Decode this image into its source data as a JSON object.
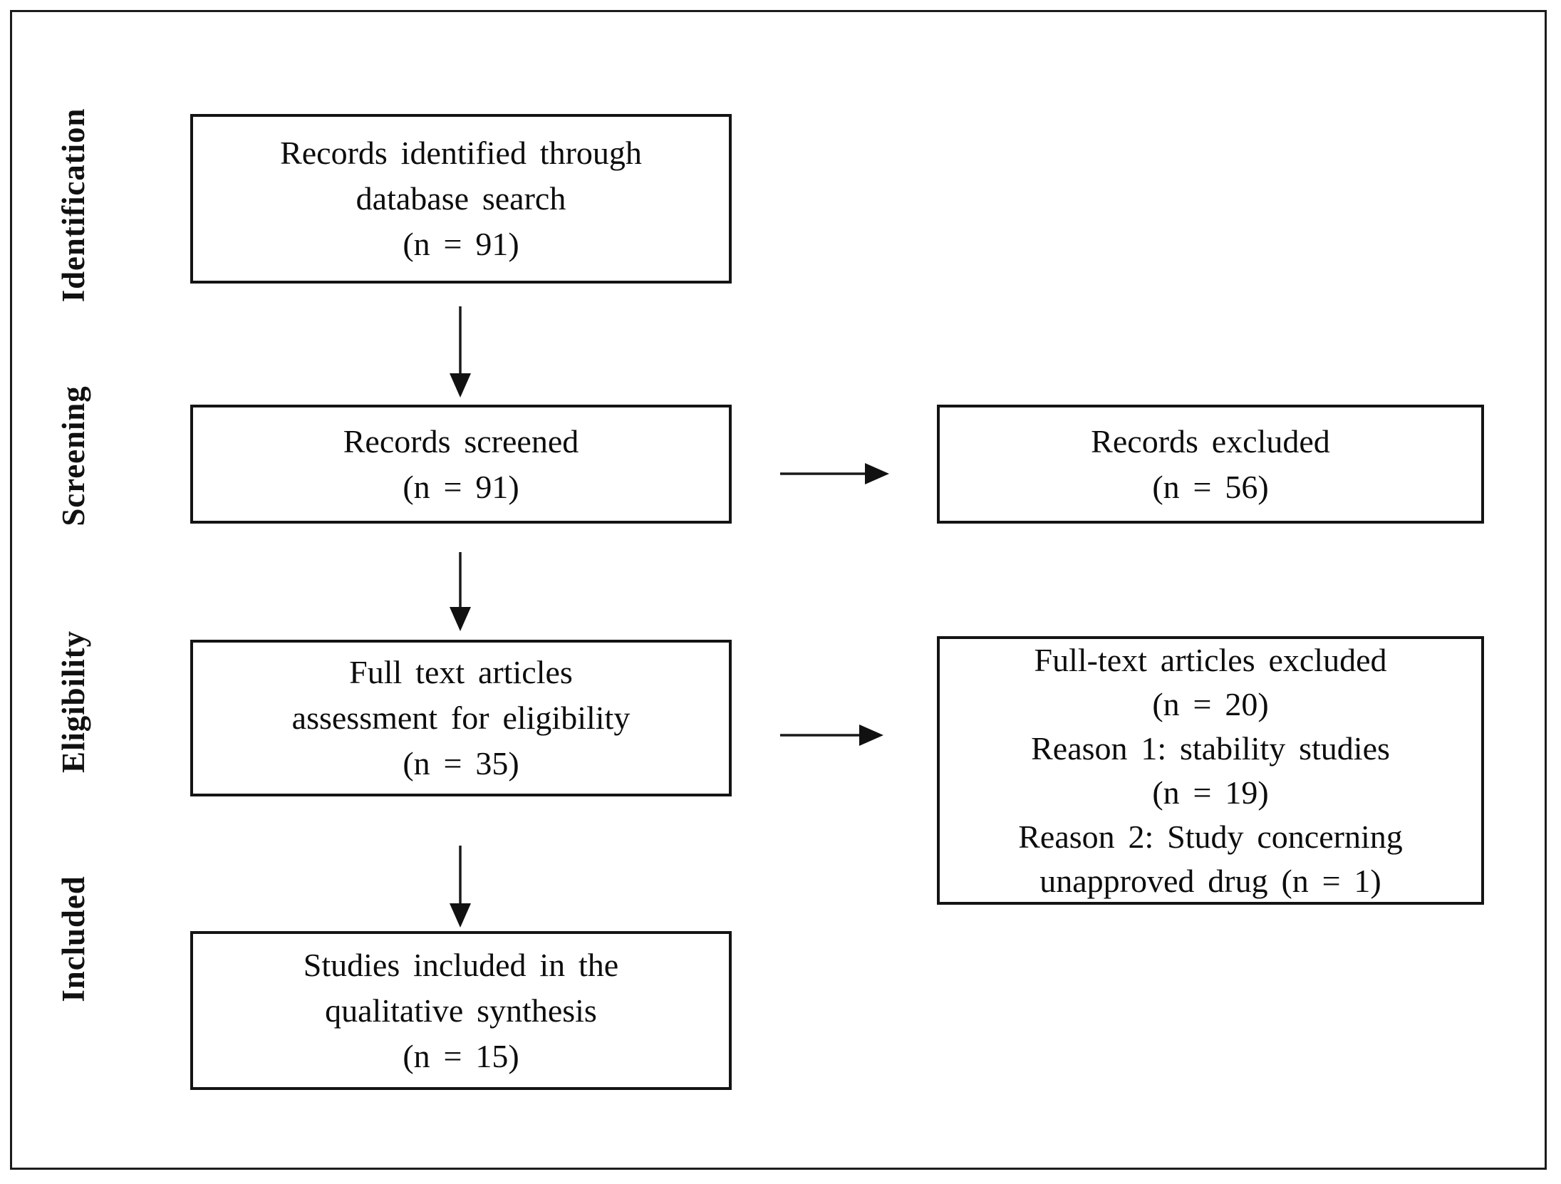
{
  "figure": {
    "kind": "prisma-flowchart",
    "ink_color": "#111111",
    "background_color": "#ffffff"
  },
  "side_labels": [
    {
      "id": "identification",
      "label": "Identification"
    },
    {
      "id": "screening",
      "label": "Screening"
    },
    {
      "id": "eligibility",
      "label": "Eligibility"
    },
    {
      "id": "included",
      "label": "Included"
    }
  ],
  "nodes": {
    "identified": {
      "n": 91,
      "lines": [
        "Records identified through",
        "database search",
        "(n = 91)"
      ]
    },
    "screened": {
      "n": 91,
      "lines": [
        "Records screened",
        "(n = 91)"
      ]
    },
    "records_excluded": {
      "n": 56,
      "lines": [
        "Records excluded",
        "(n = 56)"
      ]
    },
    "full_text_assessed": {
      "n": 35,
      "lines": [
        "Full text articles",
        "assessment for eligibility",
        "(n = 35)"
      ]
    },
    "full_text_excluded": {
      "n": 20,
      "lines": [
        "Full-text articles excluded",
        "(n = 20)",
        "Reason 1: stability studies",
        "(n = 19)",
        "Reason 2: Study concerning",
        "unapproved drug (n = 1)"
      ],
      "reasons": [
        {
          "label": "stability studies",
          "n": 19
        },
        {
          "label": "Study concerning unapproved drug",
          "n": 1
        }
      ]
    },
    "included_studies": {
      "n": 15,
      "lines": [
        "Studies included in the",
        "qualitative synthesis",
        "(n = 15)"
      ]
    }
  },
  "edges": [
    {
      "from": "identified",
      "to": "screened"
    },
    {
      "from": "screened",
      "to": "records_excluded"
    },
    {
      "from": "screened",
      "to": "full_text_assessed"
    },
    {
      "from": "full_text_assessed",
      "to": "full_text_excluded"
    },
    {
      "from": "full_text_assessed",
      "to": "included_studies"
    }
  ]
}
